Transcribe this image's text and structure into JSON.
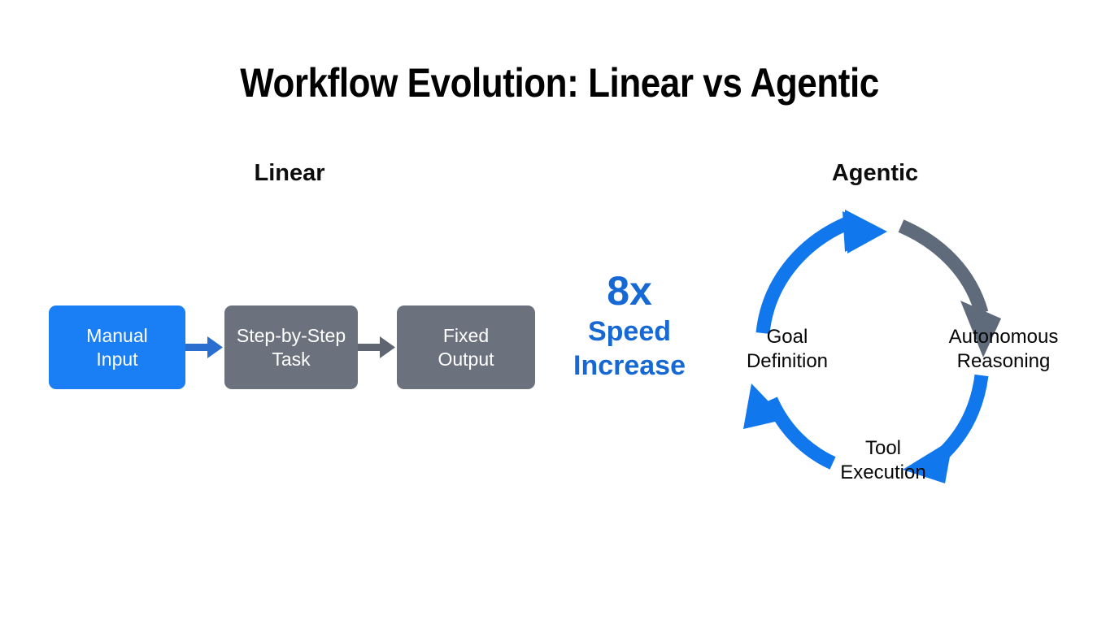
{
  "page": {
    "title": "Workflow Evolution: Linear vs Agentic",
    "background": "#ffffff"
  },
  "colors": {
    "brand_blue": "#1a7ef5",
    "arrow_blue": "#1668d4",
    "cycle_blue": "#1077ec",
    "gray_box": "#6b727e",
    "gray_arrow": "#5f6a7a",
    "text_dark": "#000000",
    "text_light": "#ffffff"
  },
  "linear": {
    "heading": "Linear",
    "boxes": [
      {
        "label": "Manual\nInput",
        "line1": "Manual",
        "line2": "Input",
        "style": "blue"
      },
      {
        "label": "Step-by-Step\nTask",
        "line1": "Step-by-Step",
        "line2": "Task",
        "style": "gray"
      },
      {
        "label": "Fixed\nOutput",
        "line1": "Fixed",
        "line2": "Output",
        "style": "gray"
      }
    ],
    "connectors": [
      {
        "name": "arrow-right-blue",
        "color": "#1668d4"
      },
      {
        "name": "arrow-right-gray",
        "color": "#5f6a7a"
      }
    ]
  },
  "speed_badge": {
    "multiplier": "8x",
    "label_line1": "Speed",
    "label_line2": "Increase",
    "color": "#1668d4"
  },
  "agentic": {
    "heading": "Agentic",
    "nodes": [
      {
        "id": "goal-definition",
        "line1": "Goal",
        "line2": "Definition"
      },
      {
        "id": "autonomous-reasoning",
        "line1": "Autonomous",
        "line2": "Reasoning"
      },
      {
        "id": "tool-execution",
        "line1": "Tool",
        "line2": "Execution"
      }
    ],
    "arcs": [
      {
        "id": "arc-goal-to-reasoning",
        "color": "#1077ec",
        "direction": "clockwise"
      },
      {
        "id": "arc-reasoning-descend",
        "color": "#5f6a7a",
        "direction": "clockwise"
      },
      {
        "id": "arc-reasoning-to-tool",
        "color": "#1077ec",
        "direction": "clockwise"
      },
      {
        "id": "arc-tool-to-goal",
        "color": "#1077ec",
        "direction": "clockwise"
      }
    ]
  }
}
